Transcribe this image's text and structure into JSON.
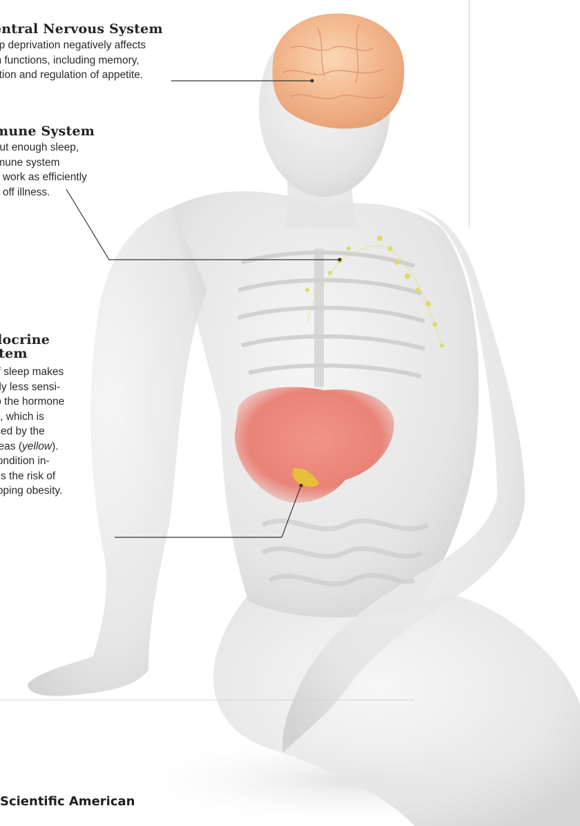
{
  "callouts": {
    "cns": {
      "title": "entral Nervous System",
      "lines": [
        "ep deprivation negatively affects",
        "in functions, including memory,",
        "otion and regulation of appetite."
      ]
    },
    "immune": {
      "title": "nmune System",
      "lines": [
        "thout enough sleep,",
        "immune system",
        "not work as efficiently",
        "ght off illness."
      ]
    },
    "endocrine": {
      "title_lines": [
        "ndocrine",
        "ystem"
      ],
      "lines": [
        "k of sleep makes",
        "body less sensi-",
        "e to the hormone",
        "ulin, which is",
        "duced by the",
        "ncreas (yellow).",
        "s condition in-",
        "ases the risk of",
        "veloping obesity."
      ]
    }
  },
  "footer": {
    "credit": "Scientific American"
  },
  "colors": {
    "brain": "#f2b48a",
    "liver": "#e9776a",
    "pancreas": "#e7bf3c",
    "lymph": "#d9dc63",
    "leader": "#333333"
  },
  "figure": {
    "icon": "transparent-human-anatomy-figure"
  }
}
